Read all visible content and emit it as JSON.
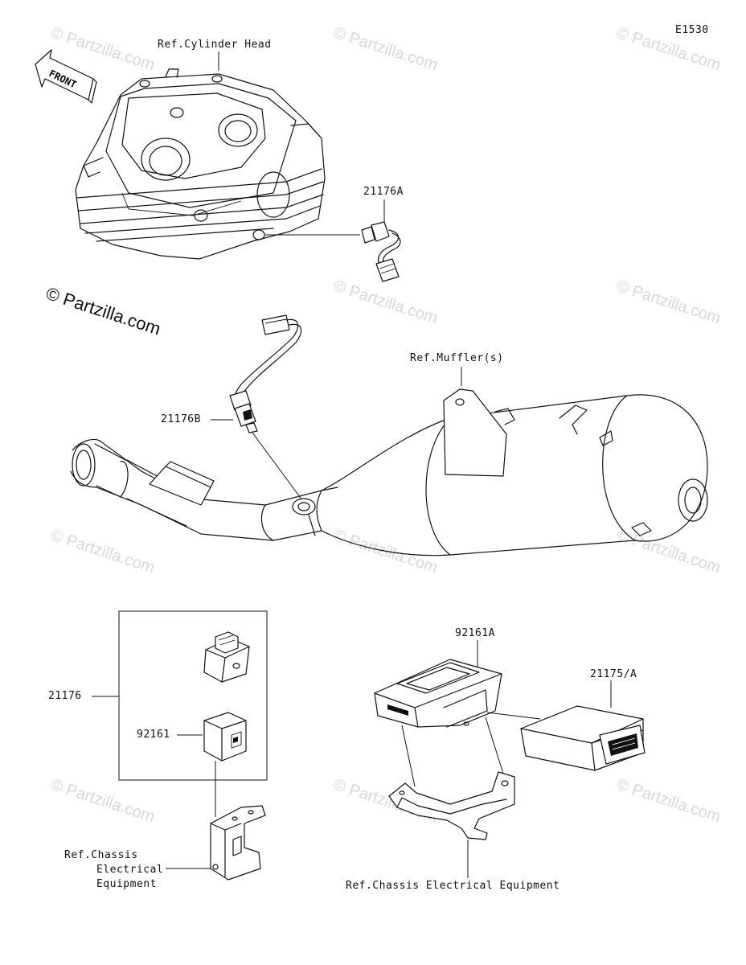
{
  "diagram_code": "E1530",
  "front_arrow_label": "FRONT",
  "copyright_mark": "© Partzilla.com",
  "watermark_text": "© Partzilla.com",
  "labels": {
    "cylinder_head": "Ref.Cylinder Head",
    "part_21176A": "21176A",
    "part_21176B": "21176B",
    "muffler": "Ref.Muffler(s)",
    "part_21176": "21176",
    "part_92161": "92161",
    "part_92161A": "92161A",
    "part_21175A": "21175/A",
    "chassis_left_1": "Ref.Chassis",
    "chassis_left_2": "Electrical",
    "chassis_left_3": "Equipment",
    "chassis_bottom": "Ref.Chassis Electrical Equipment"
  }
}
